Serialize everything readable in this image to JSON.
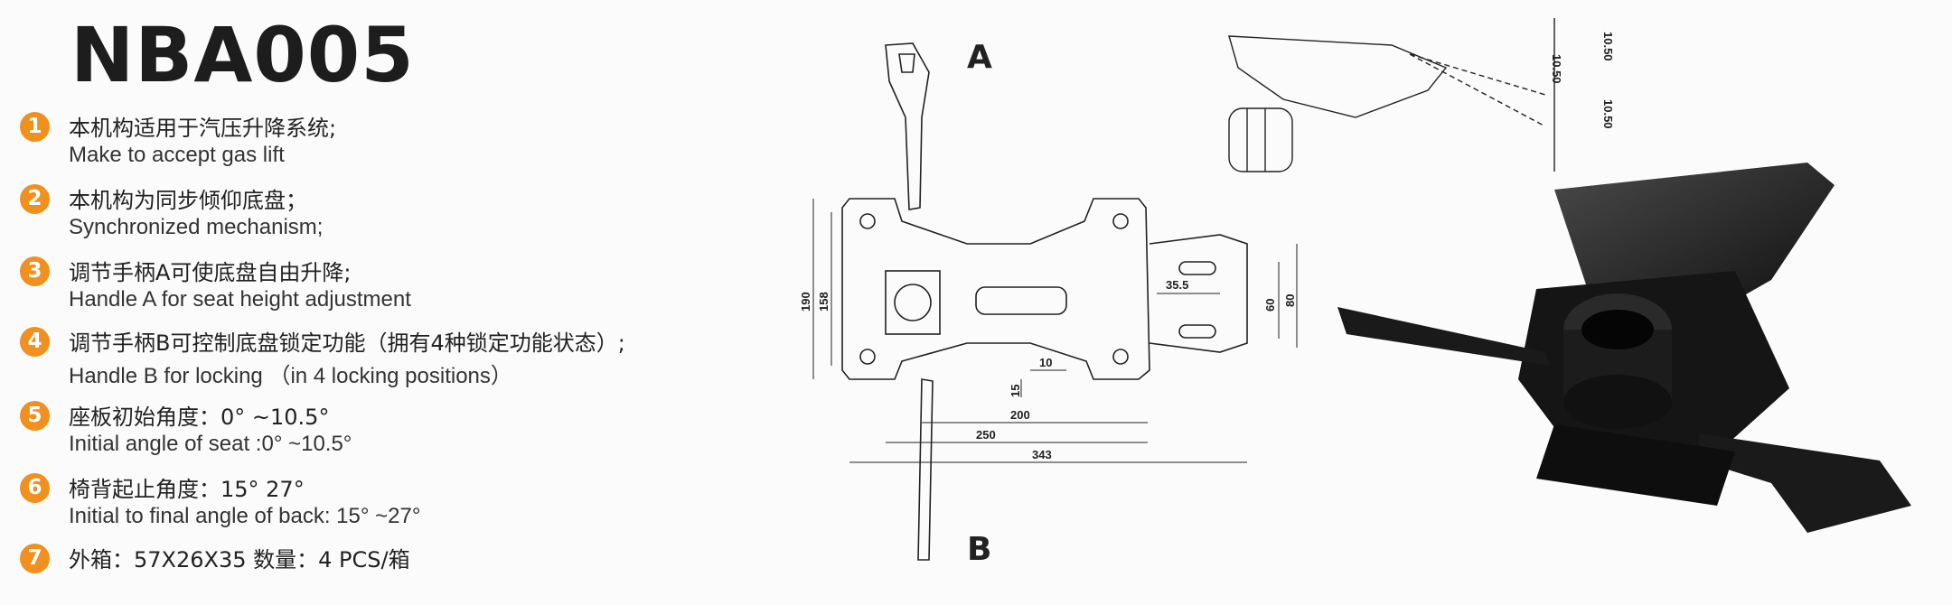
{
  "model": "NBA005",
  "features": [
    {
      "num": "1",
      "zh": "本机构适用于汽压升降系统;",
      "en": "Make to accept gas lift"
    },
    {
      "num": "2",
      "zh": "本机构为同步倾仰底盘；",
      "en": "Synchronized mechanism;"
    },
    {
      "num": "3",
      "zh": "调节手柄A可使底盘自由升降;",
      "en": "Handle A for seat height adjustment"
    },
    {
      "num": "4",
      "zh": "调节手柄B可控制底盘锁定功能（拥有4种锁定功能状态）;",
      "en": "Handle B for locking （in 4 locking positions）"
    },
    {
      "num": "5",
      "zh": "座板初始角度：0°  ~10.5°",
      "en": "Initial angle of seat :0°  ~10.5°"
    },
    {
      "num": "6",
      "zh": "椅背起止角度：15°  27°",
      "en": "Initial to final angle of back: 15°  ~27°"
    },
    {
      "num": "7",
      "zh": "外箱：57X26X35  数量：4 PCS/箱",
      "en": ""
    }
  ],
  "drawing": {
    "handle_a_label": "A",
    "handle_b_label": "B",
    "dims": {
      "d190": "190",
      "d158": "158",
      "d35_5": "35.5",
      "d60": "60",
      "d80": "80",
      "d15": "15",
      "d10": "10",
      "d200": "200",
      "d250": "250",
      "d343": "343",
      "angle1": "10.50",
      "angle2": "10.50",
      "angle3": "10.50"
    }
  },
  "colors": {
    "accent": "#f0901e",
    "ink": "#222222",
    "metal": "#1a1a1a"
  }
}
